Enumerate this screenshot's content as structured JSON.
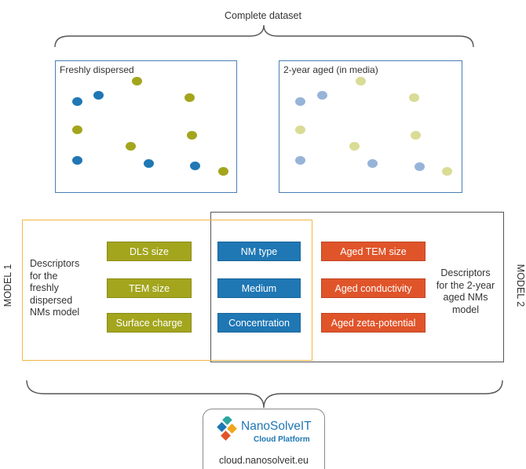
{
  "title": "Complete dataset",
  "panels": {
    "fresh": "Freshly dispersed",
    "aged": "2-year aged (in media)"
  },
  "colors": {
    "olive": "#a3a51d",
    "blue": "#1f77b4",
    "light_olive": "#d9dc95",
    "light_blue": "#97b4d8",
    "orange": "#e0542a",
    "panel_border": "#4a7fb5",
    "model1_border": "#f5b642",
    "model2_border": "#555555"
  },
  "model1": {
    "label": "MODEL 1",
    "description_lines": [
      "Descriptors",
      "for the",
      "freshly",
      "dispersed",
      "NMs model"
    ],
    "descriptors": [
      "DLS size",
      "TEM size",
      "Surface charge"
    ]
  },
  "shared": {
    "descriptors": [
      "NM type",
      "Medium",
      "Concentration"
    ]
  },
  "model2": {
    "label": "MODEL 2",
    "description_lines": [
      "Descriptors",
      "for the 2-year",
      "aged NMs",
      "model"
    ],
    "descriptors": [
      "Aged TEM size",
      "Aged conductivity",
      "Aged zeta-potential"
    ]
  },
  "platform": {
    "name": "NanoSolveIT",
    "subtitle": "Cloud Platform",
    "url": "cloud.nanosolveit.eu"
  }
}
